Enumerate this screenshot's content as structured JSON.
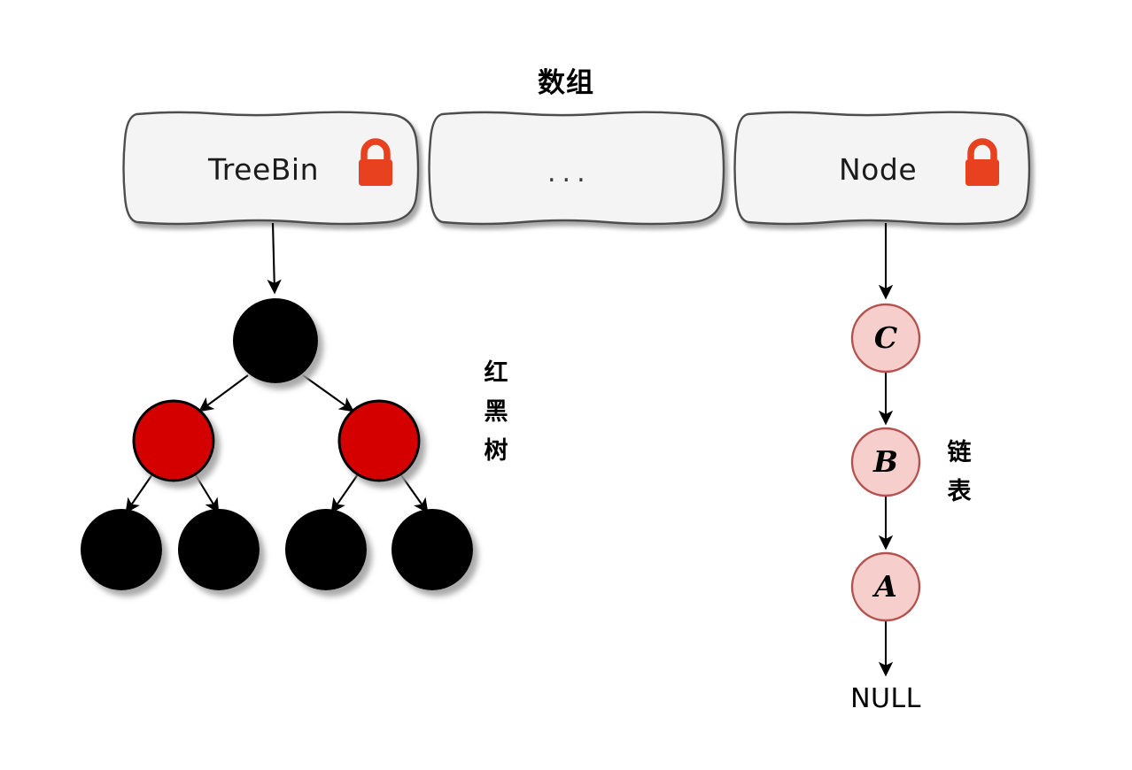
{
  "diagram": {
    "title": "数组",
    "array_slots": [
      {
        "label": "TreeBin",
        "icon": "lock-icon",
        "has_lock": true
      },
      {
        "label": "...",
        "icon": null,
        "has_lock": false
      },
      {
        "label": "Node",
        "icon": "lock-icon",
        "has_lock": true
      }
    ],
    "annotations": {
      "red_black_tree": "红黑树",
      "linked_list": "链表"
    },
    "red_black_tree": {
      "nodes": [
        {
          "id": "root",
          "color": "black",
          "level": 0
        },
        {
          "id": "left",
          "color": "red",
          "level": 1
        },
        {
          "id": "right",
          "color": "red",
          "level": 1
        },
        {
          "id": "leaf1",
          "color": "black",
          "level": 2
        },
        {
          "id": "leaf2",
          "color": "black",
          "level": 2
        },
        {
          "id": "leaf3",
          "color": "black",
          "level": 2
        },
        {
          "id": "leaf4",
          "color": "black",
          "level": 2
        }
      ]
    },
    "linked_list": {
      "nodes": [
        "C",
        "B",
        "A"
      ],
      "terminator": "NULL"
    },
    "colors": {
      "box_fill": "#f4f4f4",
      "box_stroke": "#4d4d4d",
      "lock": "#e8411f",
      "tree_black_node": "#000000",
      "tree_red_node": "#d40000",
      "list_node_fill": "#f6cfcd",
      "list_node_stroke": "#b5524f",
      "arrow": "#000000",
      "background": "#ffffff"
    }
  }
}
